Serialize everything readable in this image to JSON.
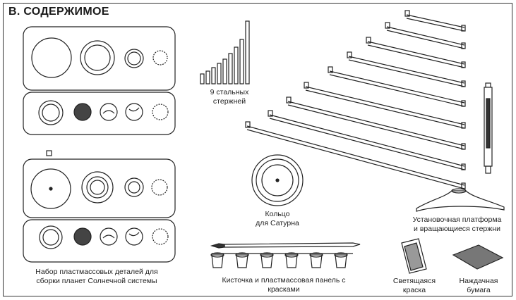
{
  "title": "B. СОДЕРЖИМОЕ",
  "captions": {
    "rods": [
      "9 стальных",
      "стержней"
    ],
    "ring": [
      "Кольцо",
      "для Сатурна"
    ],
    "platform": [
      "Установочная платформа",
      "и вращающиеся стержни"
    ],
    "planets": [
      "Набор  пластмассовых деталей для",
      "сборки планет Солнечной системы"
    ],
    "brush": [
      "Кисточка и пластмассовая панель с",
      "красками"
    ],
    "glow": [
      "Светящаяся",
      "краска"
    ],
    "sandpaper": [
      "Наждачная",
      "бумага"
    ]
  }
}
